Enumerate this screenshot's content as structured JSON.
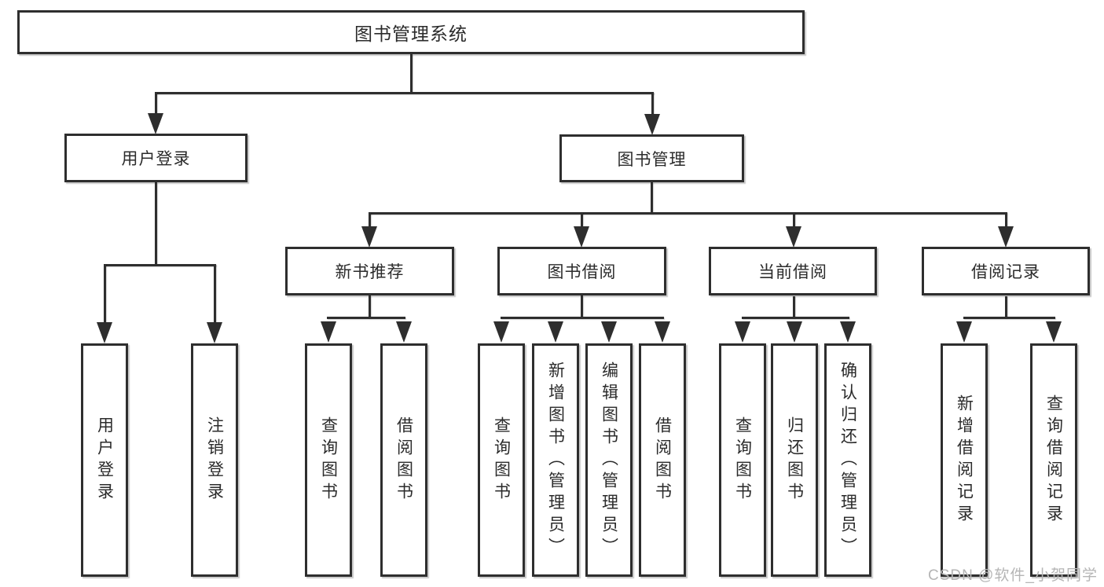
{
  "tree": {
    "root": {
      "label": "图书管理系统"
    },
    "user_login": {
      "label": "用户登录",
      "children": [
        {
          "label": "用户登录"
        },
        {
          "label": "注销登录"
        }
      ]
    },
    "book_mgmt": {
      "label": "图书管理",
      "sections": [
        {
          "label": "新书推荐",
          "children": [
            {
              "label": "查询图书"
            },
            {
              "label": "借阅图书"
            }
          ]
        },
        {
          "label": "图书借阅",
          "children": [
            {
              "label": "查询图书"
            },
            {
              "label": "新增图书（管理员）"
            },
            {
              "label": "编辑图书（管理员）"
            },
            {
              "label": "借阅图书"
            }
          ]
        },
        {
          "label": "当前借阅",
          "children": [
            {
              "label": "查询图书"
            },
            {
              "label": "归还图书"
            },
            {
              "label": "确认归还（管理员）"
            }
          ]
        },
        {
          "label": "借阅记录",
          "children": [
            {
              "label": "新增借阅记录"
            },
            {
              "label": "查询借阅记录"
            }
          ]
        }
      ]
    }
  },
  "watermark": {
    "text": "CSDN @软件_小贺同学"
  },
  "colors": {
    "line": "#2e2e2e",
    "text": "#2b2b2b",
    "background": "#ffffff",
    "watermark": "#b5b5b5"
  }
}
